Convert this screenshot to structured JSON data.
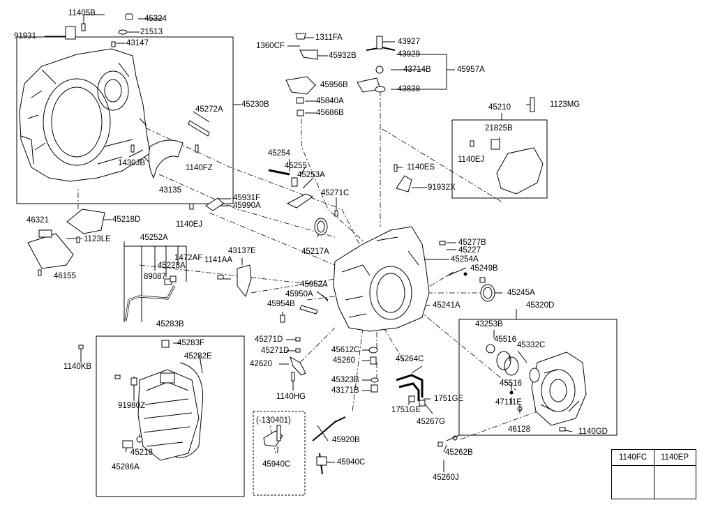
{
  "labels": {
    "p11405B": "11405B",
    "p45324": "45324",
    "p91931": "91931",
    "p21513": "21513",
    "p43147": "43147",
    "p45230B": "45230B",
    "p45272A": "45272A",
    "p1430JB": "1430JB",
    "p1140FZ": "1140FZ",
    "p43135": "43135",
    "p1311FA": "1311FA",
    "p1360CF": "1360CF",
    "p45932B": "45932B",
    "p45956B": "45956B",
    "p45840A": "45840A",
    "p45686B": "45686B",
    "p43927": "43927",
    "p43929": "43929",
    "p43714B": "43714B",
    "p45957A": "45957A",
    "p43838": "43838",
    "p45210": "45210",
    "p1123MG": "1123MG",
    "p21825B": "21825B",
    "p1140EJa": "1140EJ",
    "p45254": "45254",
    "p45255": "45255",
    "p45253A": "45253A",
    "p1140ES": "1140ES",
    "p91932X": "91932X",
    "p45271C": "45271C",
    "p45931F": "45931F",
    "p45990A": "45990A",
    "p1140EJb": "1140EJ",
    "p46321": "46321",
    "p45218D": "45218D",
    "p1123LE": "1123LE",
    "p46155": "46155",
    "p45217A": "45217A",
    "p45277B": "45277B",
    "p45227": "45227",
    "p45254A": "45254A",
    "p45249B": "45249B",
    "p45245A": "45245A",
    "p45252A": "45252A",
    "p1472AF": "1472AF",
    "p45228A": "45228A",
    "p89087": "89087",
    "p1141AA": "1141AA",
    "p43137E": "43137E",
    "p45952A": "45952A",
    "p45950A": "45950A",
    "p45954B": "45954B",
    "p45241A": "45241A",
    "p45320D": "45320D",
    "p45283B": "45283B",
    "p45283F": "45283F",
    "p45282E": "45282E",
    "p1140KB": "1140KB",
    "p91980Z": "91980Z",
    "p45218": "45218",
    "p45286A": "45286A",
    "p45271Da": "45271D",
    "p45271Db": "45271D",
    "p45612C": "45612C",
    "p45260": "45260",
    "p42620": "42620",
    "p1140HG": "1140HG",
    "p45323B": "45323B",
    "p43171B": "43171B",
    "p45264C": "45264C",
    "p1751GEa": "1751GE",
    "p1751GEb": "1751GE",
    "p45267G": "45267G",
    "p43253B": "43253B",
    "p45516a": "45516",
    "p45332C": "45332C",
    "p45516b": "45516",
    "p47111E": "47111E",
    "p46128": "46128",
    "p1140GD": "1140GD",
    "p130401": "(-130401)",
    "p45940Ca": "45940C",
    "p45920B": "45920B",
    "p45940Cb": "45940C",
    "p45262B": "45262B",
    "p45260J": "45260J"
  },
  "legend": {
    "col1": "1140FC",
    "col2": "1140EP"
  },
  "colors": {
    "line": "#000000",
    "part_fill": "#ffffff",
    "shade": "#cfcfcf"
  }
}
